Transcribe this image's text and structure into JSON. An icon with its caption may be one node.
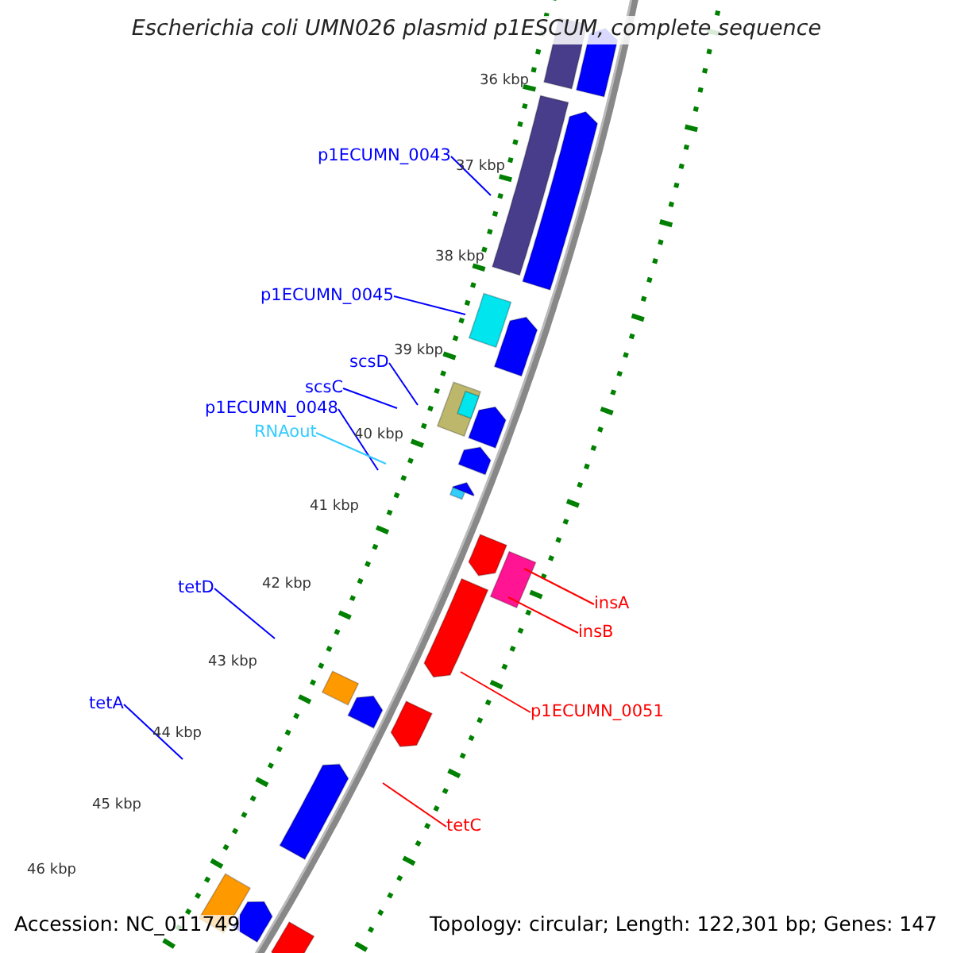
{
  "diagram": {
    "title": "Escherichia coli UMN026 plasmid p1ESCUM, complete sequence",
    "nodes": [
      {
        "text": [
          "p1ECUMN_0043"
        ]
      },
      {
        "text": [
          "p1ECUMN_0045"
        ]
      },
      {
        "text": [
          "scsD"
        ]
      },
      {
        "text": [
          "scsC"
        ]
      },
      {
        "text": [
          "p1ECUMN_0048"
        ]
      },
      {
        "text": [
          "RNAout"
        ]
      },
      {
        "text": [
          "tetD"
        ]
      },
      {
        "text": [
          "tetA"
        ]
      },
      {
        "text": [
          "insA"
        ]
      },
      {
        "text": [
          "insB"
        ]
      },
      {
        "text": [
          "p1ECUMN_0051"
        ]
      },
      {
        "text": [
          "tetC"
        ]
      }
    ],
    "edges": [
      {
        "from": 0,
        "to": null,
        "arrow": "none"
      },
      {
        "from": 1,
        "to": null,
        "arrow": "none"
      },
      {
        "from": 2,
        "to": null,
        "arrow": "none"
      },
      {
        "from": 3,
        "to": null,
        "arrow": "none"
      },
      {
        "from": 4,
        "to": null,
        "arrow": "none"
      },
      {
        "from": 5,
        "to": null,
        "arrow": "none",
        "color": "#33ccff"
      },
      {
        "from": 6,
        "to": null,
        "arrow": "none"
      },
      {
        "from": 7,
        "to": null,
        "arrow": "none"
      },
      {
        "from": 8,
        "to": null,
        "arrow": "none",
        "color": "#ff0000"
      },
      {
        "from": 9,
        "to": null,
        "arrow": "none",
        "color": "#ff0000"
      },
      {
        "from": 10,
        "to": null,
        "arrow": "none",
        "color": "#ff0000"
      },
      {
        "from": 11,
        "to": null,
        "arrow": "none",
        "color": "#ff0000"
      }
    ],
    "labels": [
      "36 kbp",
      "37 kbp",
      "38 kbp",
      "39 kbp",
      "40 kbp",
      "41 kbp",
      "42 kbp",
      "43 kbp",
      "44 kbp",
      "45 kbp",
      "46 kbp",
      "Accession: NC_011749",
      "Topology: circular; Length: 122,301 bp; Genes: 147"
    ]
  }
}
